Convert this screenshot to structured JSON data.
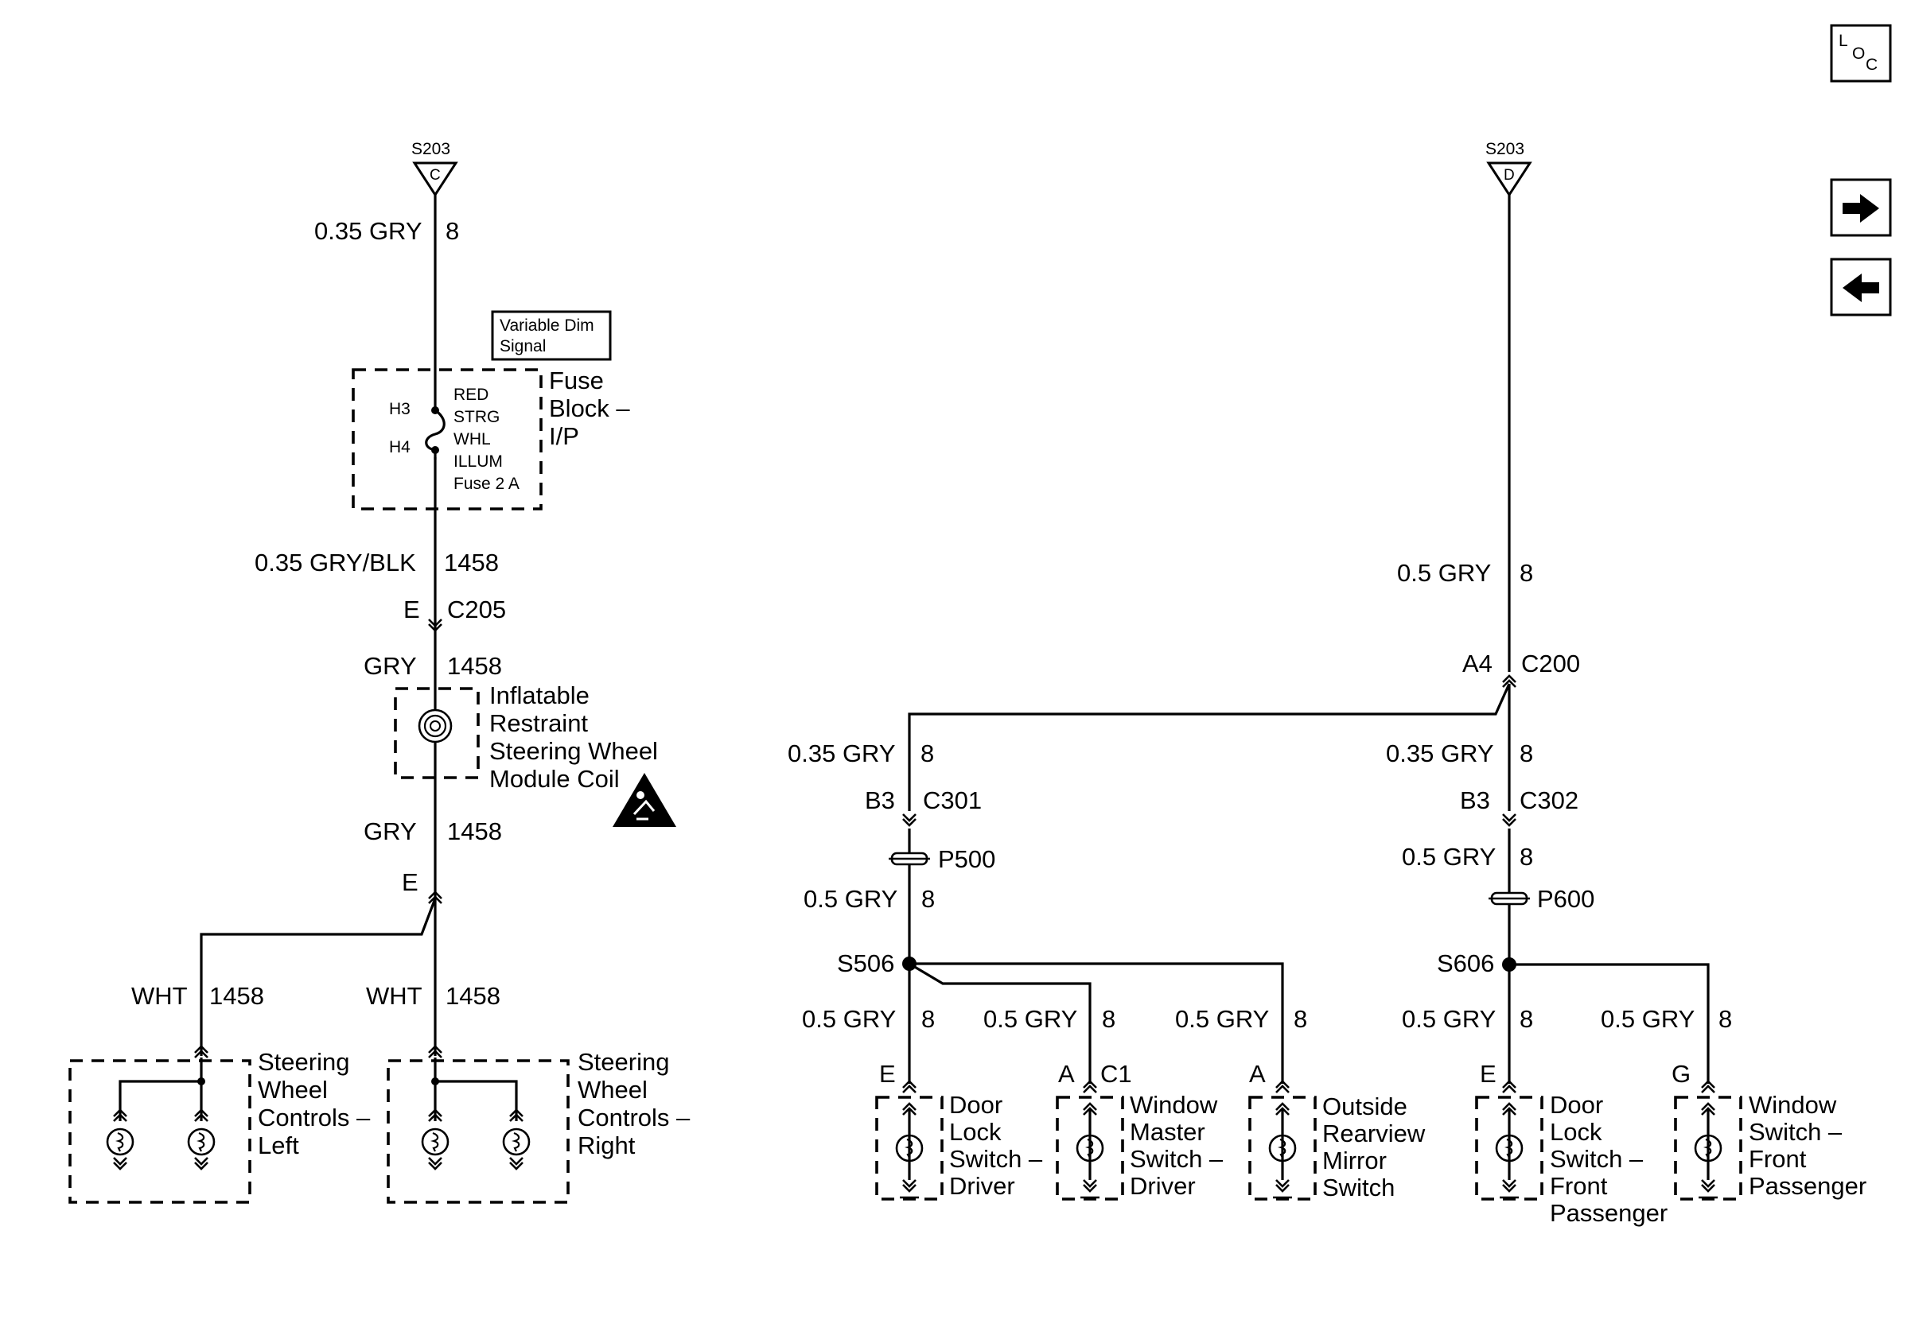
{
  "nav": {
    "loc": [
      "L",
      "O",
      "C"
    ],
    "next_icon": "right-arrow-icon",
    "prev_icon": "left-arrow-icon"
  },
  "left_circuit": {
    "splice_top": {
      "id": "S203",
      "pin": "C"
    },
    "wire_top": {
      "gauge": "0.35 GRY",
      "circuit": "8"
    },
    "note": [
      "Variable Dim",
      "Signal"
    ],
    "fuse_block": {
      "pin_in": "H3",
      "pin_out": "H4",
      "fuse_lines": [
        "RED",
        "STRG",
        "WHL",
        "ILLUM",
        "Fuse 2 A"
      ],
      "title": [
        "Fuse",
        "Block –",
        "I/P"
      ]
    },
    "wire_fuse_out": {
      "gauge": "0.35 GRY/BLK",
      "circuit": "1458"
    },
    "conn_c205": {
      "pin": "E",
      "id": "C205"
    },
    "wire_coil_in": {
      "gauge": "GRY",
      "circuit": "1458"
    },
    "coil": {
      "title": [
        "Inflatable",
        "Restraint",
        "Steering Wheel",
        "Module Coil"
      ],
      "warning_icon": "airbag-warning-icon"
    },
    "wire_coil_out": {
      "gauge": "GRY",
      "circuit": "1458"
    },
    "coil_pin": "E",
    "branch_left": {
      "gauge": "WHT",
      "circuit": "1458",
      "label": [
        "Steering",
        "Wheel",
        "Controls –",
        "Left"
      ]
    },
    "branch_right": {
      "gauge": "WHT",
      "circuit": "1458",
      "label": [
        "Steering",
        "Wheel",
        "Controls –",
        "Right"
      ]
    }
  },
  "right_circuit": {
    "splice_top": {
      "id": "S203",
      "pin": "D"
    },
    "wire_top": {
      "gauge": "0.5 GRY",
      "circuit": "8"
    },
    "conn_c200": {
      "pin": "A4",
      "id": "C200"
    },
    "driver_side": {
      "wire_a": {
        "gauge": "0.35 GRY",
        "circuit": "8"
      },
      "conn": {
        "pin": "B3",
        "id": "C301"
      },
      "pass_thru": "P500",
      "wire_b": {
        "gauge": "0.5 GRY",
        "circuit": "8"
      },
      "splice": "S506",
      "outputs": [
        {
          "gauge": "0.5 GRY",
          "circuit": "8",
          "pin": "E",
          "conn": "",
          "label": [
            "Door",
            "Lock",
            "Switch –",
            "Driver"
          ]
        },
        {
          "gauge": "0.5 GRY",
          "circuit": "8",
          "pin": "A",
          "conn": "C1",
          "label": [
            "Window",
            "Master",
            "Switch –",
            "Driver"
          ]
        },
        {
          "gauge": "0.5 GRY",
          "circuit": "8",
          "pin": "A",
          "conn": "",
          "label": [
            "Outside",
            "Rearview",
            "Mirror",
            "Switch"
          ]
        }
      ]
    },
    "passenger_side": {
      "wire_a": {
        "gauge": "0.35 GRY",
        "circuit": "8"
      },
      "conn": {
        "pin": "B3",
        "id": "C302"
      },
      "wire_b": {
        "gauge": "0.5 GRY",
        "circuit": "8"
      },
      "pass_thru": "P600",
      "splice": "S606",
      "outputs": [
        {
          "gauge": "0.5 GRY",
          "circuit": "8",
          "pin": "E",
          "label": [
            "Door",
            "Lock",
            "Switch –",
            "Front",
            "Passenger"
          ]
        },
        {
          "gauge": "0.5 GRY",
          "circuit": "8",
          "pin": "G",
          "label": [
            "Window",
            "Switch –",
            "Front",
            "Passenger"
          ]
        }
      ]
    }
  }
}
